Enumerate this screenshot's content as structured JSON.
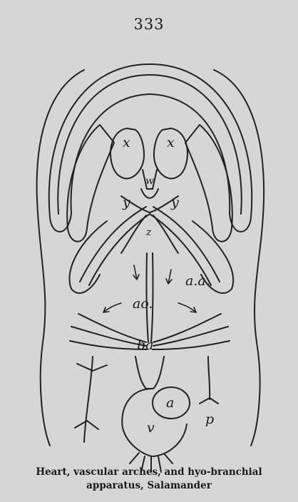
{
  "page_number": "333",
  "figure": {
    "labels": {
      "x_left": "x",
      "x_right": "x",
      "w": "w",
      "y_left": "y",
      "y_right": "y",
      "z": "z",
      "aa": "a.a.",
      "ao": "ao.",
      "ba": "ba",
      "a": "a",
      "v": "v",
      "p": "p"
    }
  },
  "caption": {
    "line1": "Heart, vascular arches, and hyo-branchial",
    "line2": "apparatus, Salamander"
  }
}
